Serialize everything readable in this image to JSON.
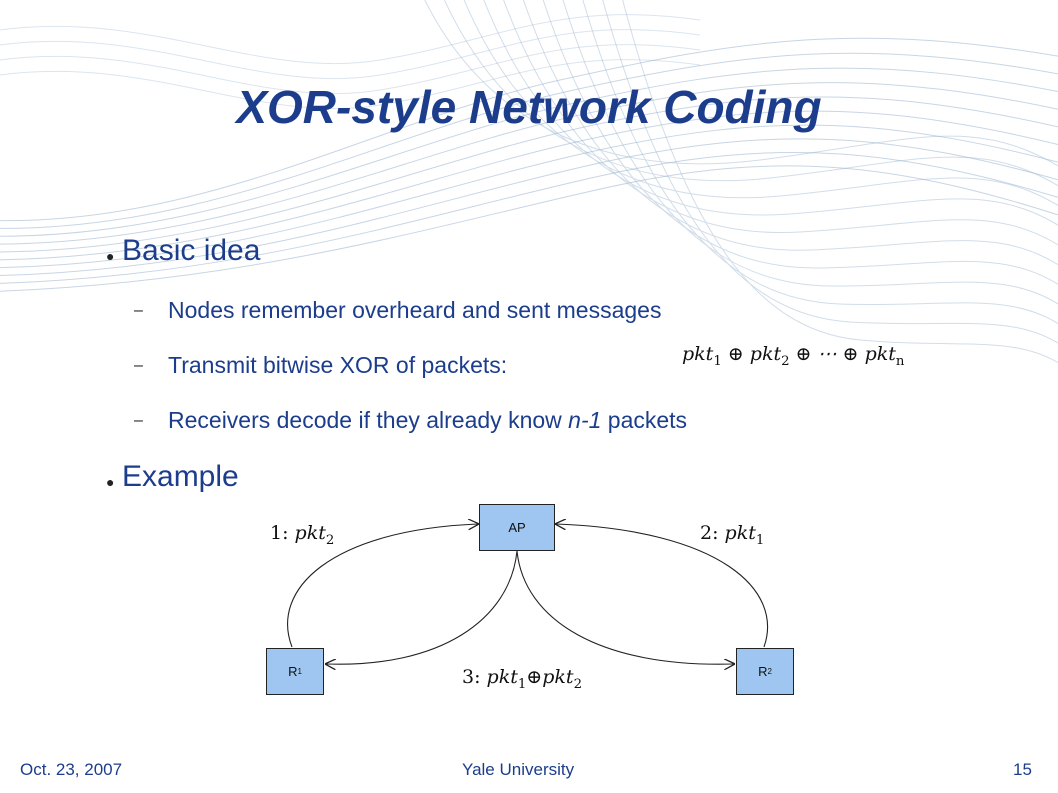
{
  "slide": {
    "title": "XOR-style Network Coding",
    "bullets": [
      {
        "text": "Basic idea",
        "sub": [
          {
            "text": "Nodes remember overheard and sent messages"
          },
          {
            "text": "Transmit bitwise XOR of packets:"
          },
          {
            "pre": "Receivers decode if they already know ",
            "em": "n-1",
            "post": " packets"
          }
        ]
      },
      {
        "text": "Example"
      }
    ],
    "formula": {
      "a": "pkt",
      "a_sub": "1",
      "op1": "⊕",
      "b": "pkt",
      "b_sub": "2",
      "op2": "⊕",
      "dots": "⋯",
      "op3": "⊕",
      "c": "pkt",
      "c_sub": "n"
    }
  },
  "diagram": {
    "nodes": {
      "ap": {
        "label": "AP"
      },
      "r1": {
        "label": "R",
        "sub": "1"
      },
      "r2": {
        "label": "R",
        "sub": "2"
      }
    },
    "edge_labels": {
      "e1": {
        "step": "1:",
        "pkt": "pkt",
        "sub": "2"
      },
      "e2": {
        "step": "2:",
        "pkt": "pkt",
        "sub": "1"
      },
      "e3": {
        "step": "3:",
        "pkt1": "pkt",
        "sub1": "1",
        "op": "⊕",
        "pkt2": "pkt",
        "sub2": "2"
      }
    }
  },
  "footer": {
    "date": "Oct. 23, 2007",
    "org": "Yale University",
    "page": "15"
  },
  "colors": {
    "title": "#1c3d8c",
    "text": "#1c3d8c",
    "node_fill": "#9fc6f0",
    "wave": "#9bb4cf"
  }
}
